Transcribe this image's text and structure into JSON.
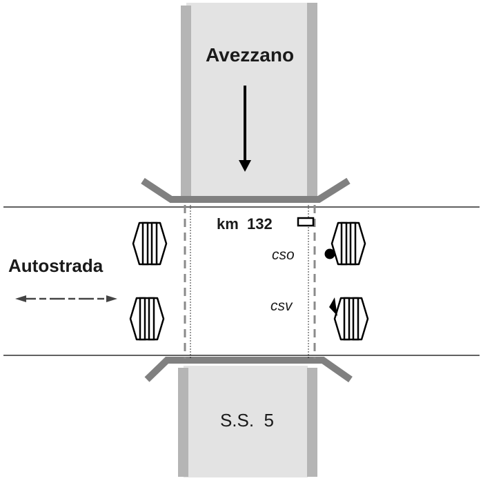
{
  "labels": {
    "north_road": "Avezzano",
    "south_road": "S.S.  5",
    "highway": "Autostrada",
    "km_marker": "km  132",
    "booth_upper": "cso",
    "booth_lower": "csv"
  },
  "colors": {
    "road_fill": "#e3e3e3",
    "curb": "#b5b5b5",
    "overpass_rail": "#808080",
    "lane_dash": "#8a8a8a",
    "ink": "#000000"
  },
  "icons": {
    "direction_arrow": "down-arrow",
    "traffic_arrow": "double-headed-dashed-arrow",
    "vehicle": "car-top-view",
    "upper_booth_marker": "filled-circle",
    "lower_booth_marker": "filled-wedge"
  }
}
